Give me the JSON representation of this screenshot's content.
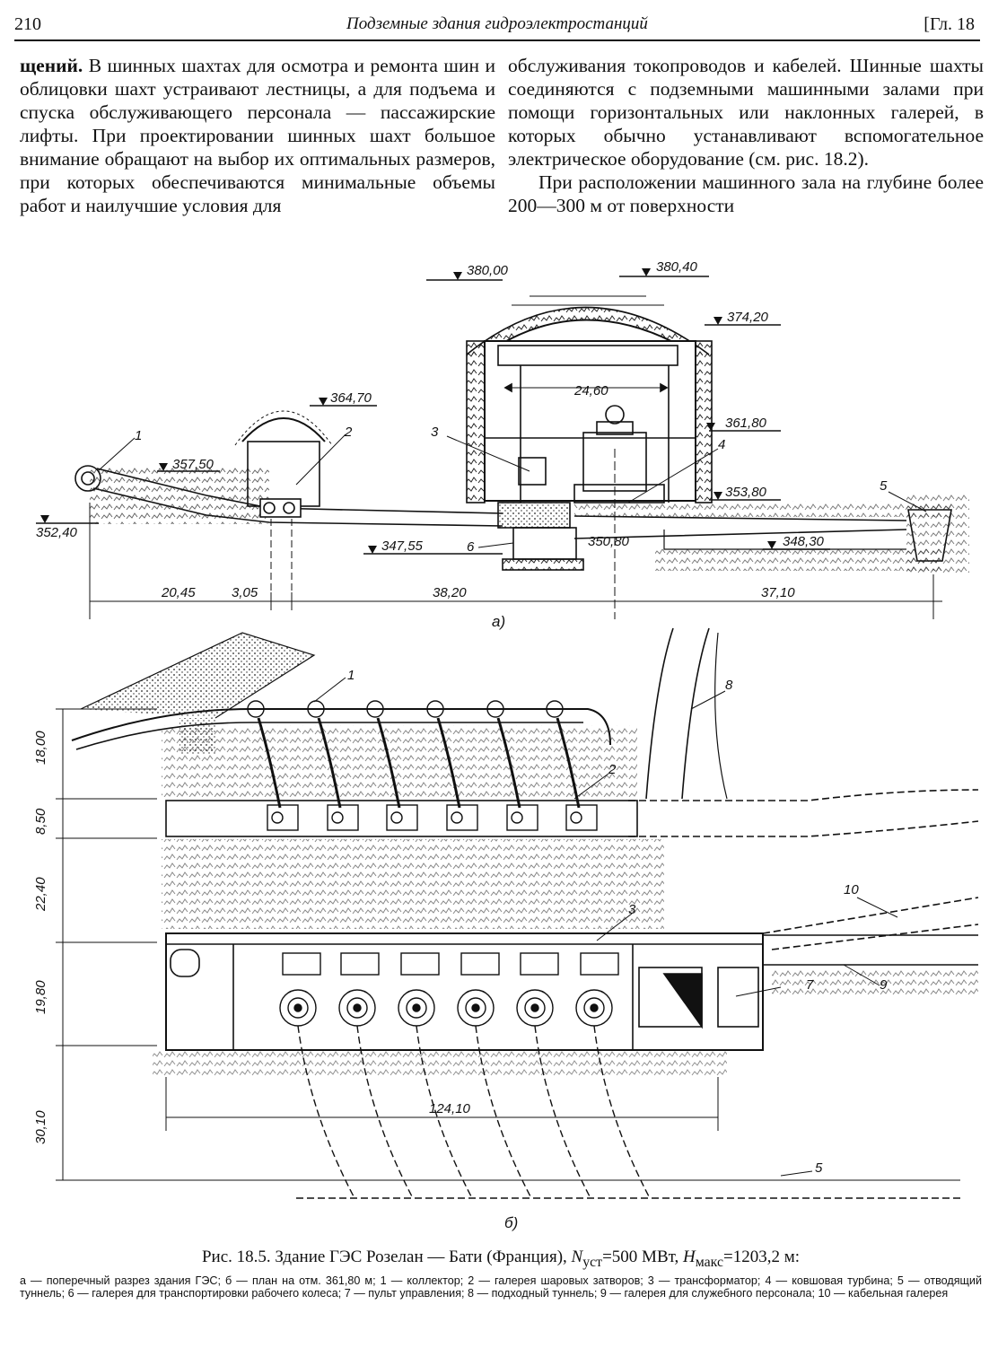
{
  "header": {
    "page_number": "210",
    "running_title": "Подземные здания гидроэлектростанций",
    "chapter": "[Гл. 18"
  },
  "body": {
    "col1_lead": "щений.",
    "col1_rest": " В шинных шахтах для осмотра и ремонта шин и облицовки шахт устраивают лестницы, а для подъема и спуска обслуживающего персонала — пассажирские лифты. При проектировании шинных шахт большое внимание обращают на выбор их оптимальных размеров, при которых обеспечиваются минимальные объемы работ и наилучшие условия для",
    "col2_p1": "обслуживания токопроводов и кабелей. Шинные шахты соединяются с подземными машинными залами при помощи горизонтальных или наклонных галерей, в которых обычно устанавливают вспомогательное электрическое оборудование (см. рис. 18.2).",
    "col2_p2": "При расположении машинного зала на глубине более 200—300 м от поверхности"
  },
  "figure_a": {
    "marks": {
      "m380_00": "380,00",
      "m380_40": "380,40",
      "m374_20": "374,20",
      "m364_70": "364,70",
      "m361_80": "361,80",
      "m357_50": "357,50",
      "m353_80": "353,80",
      "m352_40": "352,40",
      "m350_80": "350,80",
      "m348_30": "348,30",
      "m347_55": "347,55"
    },
    "dims": {
      "d24_60": "24,60",
      "d20_45": "20,45",
      "d3_05": "3,05",
      "d38_20": "38,20",
      "d37_10": "37,10"
    },
    "callouts": {
      "n1": "1",
      "n2": "2",
      "n3": "3",
      "n4": "4",
      "n5": "5",
      "n6": "6"
    },
    "sublabel": "а)"
  },
  "figure_b": {
    "dims": {
      "v18_00": "18,00",
      "v8_50": "8,50",
      "v22_40": "22,40",
      "v19_80": "19,80",
      "v30_10": "30,10",
      "h124_10": "124,10"
    },
    "callouts": {
      "n1": "1",
      "n2": "2",
      "n3": "3",
      "n5": "5",
      "n7": "7",
      "n8": "8",
      "n9": "9",
      "n10": "10"
    },
    "sublabel": "б)"
  },
  "caption": {
    "title_start": "Рис. 18.5. Здание ГЭС Розелан — Бати (Франция), ",
    "n_sym": "N",
    "n_sub": "уст",
    "n_val": "=500 МВт, ",
    "h_sym": "H",
    "h_sub": "макс",
    "h_val": "=1203,2 м:",
    "legend": "а — поперечный разрез здания ГЭС; б — план на отм. 361,80 м; 1 — коллектор; 2 — галерея шаровых затворов; 3 — трансформатор; 4 — ковшовая турбина; 5 — отводящий туннель; 6 — галерея для транспортировки рабочего колеса; 7 — пульт управления; 8 — подходный туннель; 9 — галерея для служебного персонала; 10 — кабельная галерея"
  }
}
